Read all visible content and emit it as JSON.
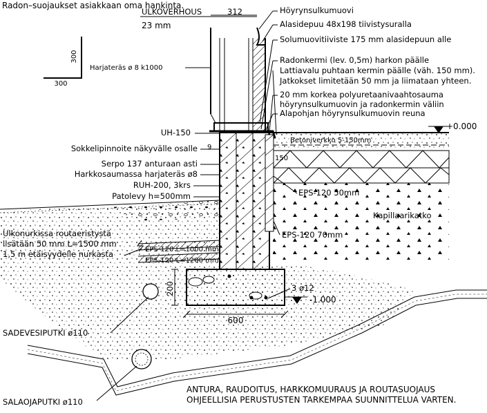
{
  "header_note": "Radon–suojaukset asiakkaan oma hankinta.",
  "detail": {
    "dim_300_vertical": "300",
    "dim_300_horizontal": "300",
    "rebar_label": "Harjateräs ø 8 k1000"
  },
  "labels": {
    "ulkoverhous": "ULKOVERHOUS",
    "ulkoverhous_thickness": "23 mm",
    "dim_312": "312",
    "hoyrynsulkumuovi": "Höyrynsulkumuovi",
    "alasidepuu": "Alasidepuu 48x198 tiivistysuralla",
    "solumuovitiiviste": "Solumuovitiiviste 175 mm alasidepuun alle",
    "radonkermi": "Radonkermi (lev. 0,5m) harkon päälle",
    "lattiavalu": "Lattiavalu puhtaan kermin päälle (väh. 150 mm).",
    "jatkokset": "Jatkokset limitetään 50 mm ja liimataan yhteen.",
    "pu_sauma_1": "20 mm korkea polyuretaanivaahtosauma",
    "pu_sauma_2": "höyrynsulkumuovin ja radonkermin väliin",
    "alapohja": "Alapohjan höyrynsulkumuovin reuna",
    "level_top": "+0.000",
    "betoniverkko": "Betoniverkko 5-150mm",
    "dim_150": "150",
    "uh150": "UH-150",
    "dim_9": "9",
    "sokkelipinnoite": "Sokkelipinnoite näkyvälle osalle",
    "serpo": "Serpo 137 anturaan asti",
    "harkkosauma": "Harkkosaumassa harjateräs ø8",
    "ruh200": "RUH-200, 3krs",
    "patolevy": "Patolevy h=500mm",
    "eps120_50": "EPS-120 50mm",
    "kapillaarikatko": "Kapillaarikatko",
    "eps120_70": "EPS-120 70mm",
    "ulkonurkka_1": "Ulkonurkissa routaeristystä",
    "ulkonurkka_2": "lisätään 50 mm L=1500 mm",
    "ulkonurkka_3": "1,5 m etäisyydelle nurkasta",
    "eps_1000": "EPS-120 L=1000 mm",
    "eps_1200": "EPS-120 L=1200 mm",
    "dim_200": "200",
    "rebar_3": "3 ø12",
    "level_bottom": "-1.000",
    "dim_600": "600",
    "sadevesiputki": "SADEVESIPUTKI ø110",
    "salaojaputki": "SALAOJAPUTKI ø110",
    "note_1": "ANTURA, RAUDOITUS, HARKKOMUURAUS JA ROUTASUOJAUS",
    "note_2": "OHJEELLISIA PERUSTUSTEN TARKEMPAA SUUNNITTELUA VARTEN."
  }
}
